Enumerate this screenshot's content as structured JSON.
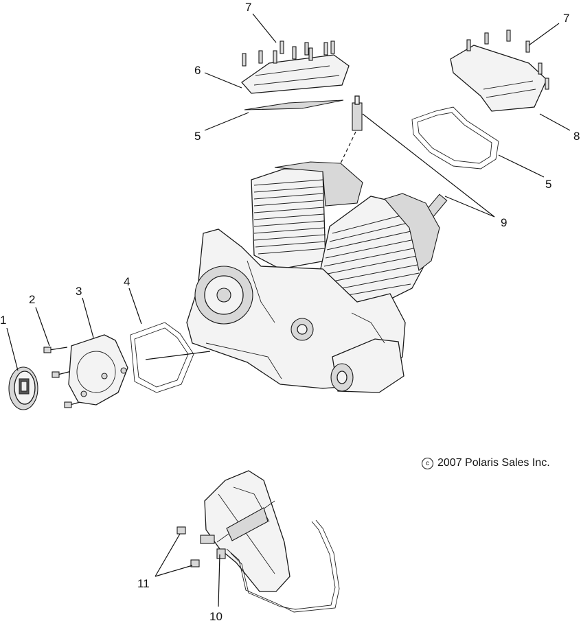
{
  "callouts": {
    "c1": "1",
    "c2": "2",
    "c3": "3",
    "c4": "4",
    "c5a": "5",
    "c5b": "5",
    "c6": "6",
    "c7a": "7",
    "c7b": "7",
    "c8": "8",
    "c9": "9",
    "c10": "10",
    "c11": "11"
  },
  "copyright": {
    "symbol": "c",
    "text": "2007 Polaris Sales Inc."
  }
}
